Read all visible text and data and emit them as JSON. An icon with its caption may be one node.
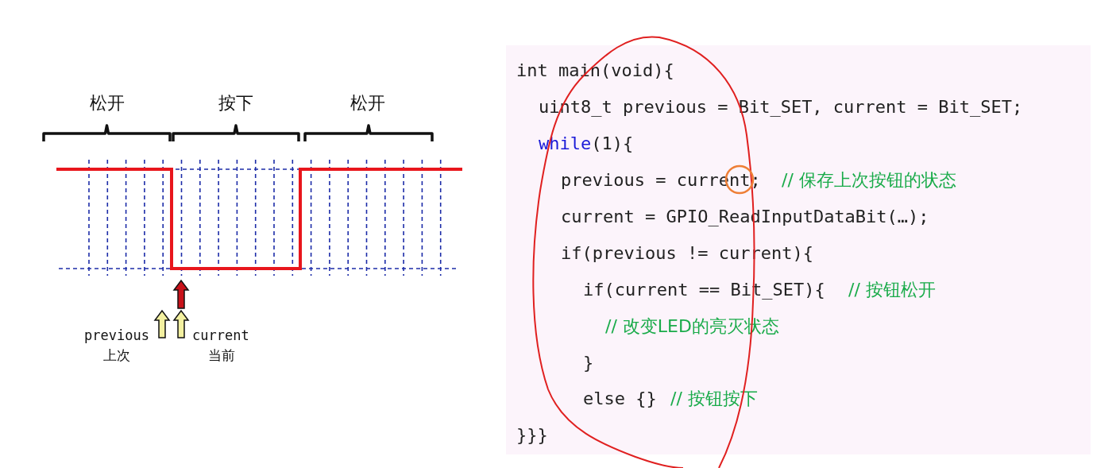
{
  "diagram": {
    "labels": [
      "松开",
      "按下",
      "松开",
      "previous",
      "上次",
      "current",
      "当前",
      "int main(void){",
      "uint8_t previous = Bit_SET, current = Bit_SET;",
      "while(1){",
      "previous = current;",
      "// 保存上次按钮的状态",
      "current = GPIO_ReadInputDataBit(…);",
      "if(previous != current){",
      "if(current == Bit_SET){",
      "// 按钮松开",
      "// 改变LED的亮灭状态",
      "}",
      "else {}",
      "// 按钮按下",
      "}}}"
    ]
  }
}
